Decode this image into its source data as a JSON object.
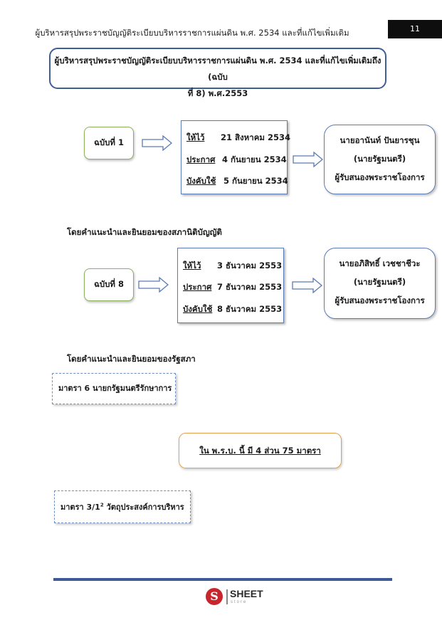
{
  "header": {
    "title": "ผู้บริหารสรุปพระราชบัญญัติระเบียบบริหารราชการแผ่นดิน พ.ศ. 2534 และที่แก้ไขเพิ่มเติม",
    "page_number": "11"
  },
  "title_box": {
    "line1": "ผู้บริหารสรุปพระราชบัญญัติระเบียบบริหารราชการแผ่นดิน พ.ศ. 2534 และที่แก้ไขเพิ่มเติมถึง (ฉบับ",
    "line2": "ที่ 8) พ.ศ.2553"
  },
  "edition1": {
    "label": "ฉบับที่ 1",
    "dates": [
      {
        "label": "ให้ไว้",
        "value": "21 สิงหาคม 2534"
      },
      {
        "label": "ประกาศ",
        "value": "4 กันยายน 2534"
      },
      {
        "label": "บังคับใช้",
        "value": "5 กันยายน 2534"
      }
    ],
    "person": {
      "name": "นายอานันท์ ปันยารชุน",
      "role": "(นายรัฐมนตรี)",
      "duty": "ผู้รับสนองพระราชโองการ"
    },
    "advice": "โดยคำแนะนำและยินยอมของสภานิติบัญญัติ"
  },
  "edition8": {
    "label": "ฉบับที่ 8",
    "dates": [
      {
        "label": "ให้ไว้",
        "value": "3 ธันวาคม 2553"
      },
      {
        "label": "ประกาศ",
        "value": "7 ธันวาคม 2553"
      },
      {
        "label": "บังคับใช้",
        "value": "8 ธันวาคม 2553"
      }
    ],
    "person": {
      "name": "นายอภิสิทธิ์  เวชชาชีวะ",
      "role": "(นายรัฐมนตรี)",
      "duty": "ผู้รับสนองพระราชโองการ"
    },
    "advice": "โดยคำแนะนำและยินยอมของรัฐสภา"
  },
  "section6": "มาตรา 6 นายกรัฐมนตรีรักษาการ",
  "summary": "ใน พ.ร.บ. นี้ มี 4 ส่วน 75 มาตรา",
  "section31": {
    "prefix": "มาตรา 3/1",
    "superscript": "2",
    "suffix": " วัตถุประสงค์การบริหาร"
  },
  "logo": {
    "mark": "S",
    "text": "SHEET",
    "sub": "store"
  },
  "colors": {
    "title_border": "#3f5e96",
    "edition_border": "#8bb05a",
    "box_border": "#5a7bb5",
    "summary_border": "#e0a04c",
    "footer_bar": "#3d5a96",
    "logo_red": "#c8262c"
  }
}
